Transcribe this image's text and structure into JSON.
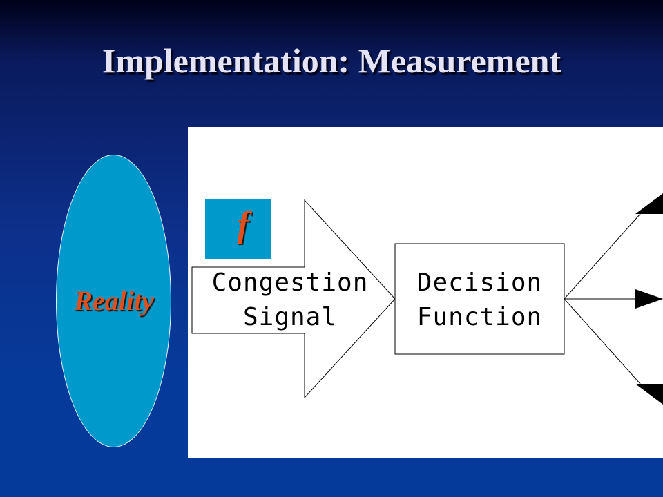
{
  "slide": {
    "title": "Implementation: Measurement"
  },
  "diagram": {
    "reality_label": "Reality",
    "f_label": "f",
    "signal_arrow": {
      "line1": "Congestion",
      "line2": "Signal"
    },
    "decision_box": {
      "line1": "Decision",
      "line2": "Function"
    }
  },
  "colors": {
    "background_top": "#000018",
    "background_bottom": "#05399a",
    "title_text": "#e4e4f6",
    "panel": "#ffffff",
    "accent_fill": "#0099cc",
    "accent_text": "#e0501c"
  }
}
